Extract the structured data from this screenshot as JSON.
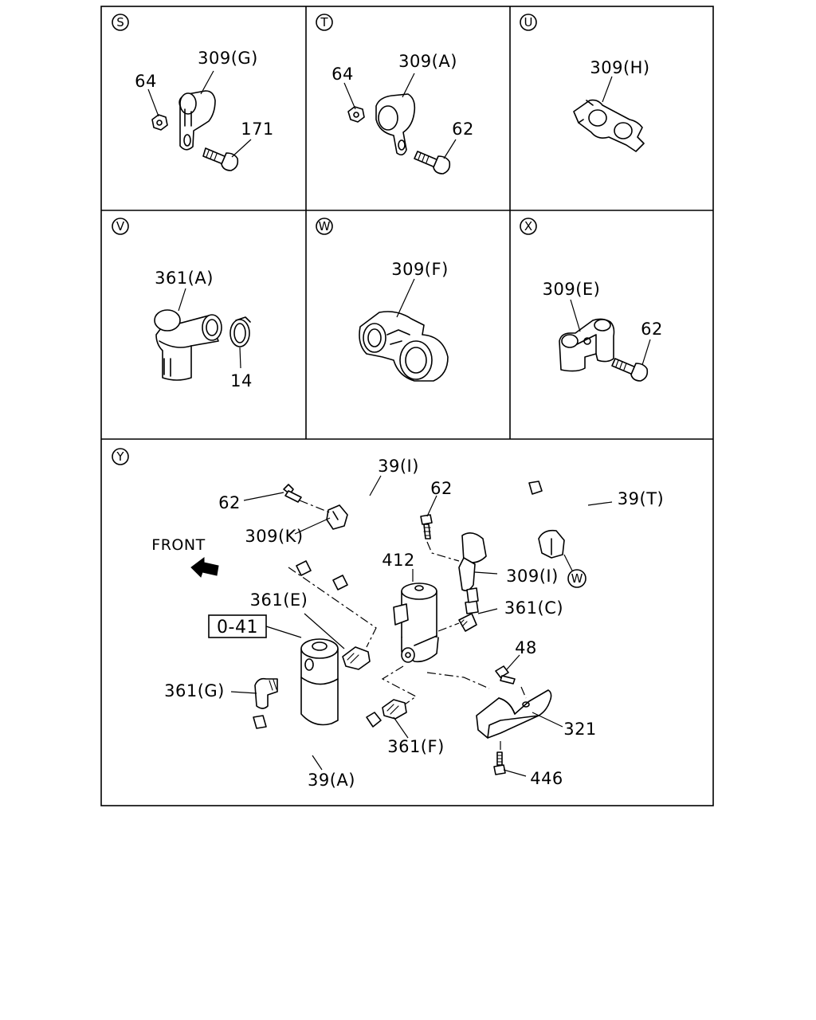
{
  "panels": {
    "S": {
      "letter": "S",
      "labels": {
        "clamp": "309(G)",
        "nut": "64",
        "bolt": "171"
      }
    },
    "T": {
      "letter": "T",
      "labels": {
        "clamp": "309(A)",
        "nut": "64",
        "bolt": "62"
      }
    },
    "U": {
      "letter": "U",
      "labels": {
        "clamp": "309(H)"
      }
    },
    "V": {
      "letter": "V",
      "labels": {
        "fitting": "361(A)",
        "ring": "14"
      }
    },
    "W": {
      "letter": "W",
      "labels": {
        "clamp": "309(F)"
      }
    },
    "X": {
      "letter": "X",
      "labels": {
        "clamp": "309(E)",
        "bolt": "62"
      }
    },
    "Y": {
      "letter": "Y",
      "labels": {
        "pipe_i": "39(I)",
        "bolt_62_a": "62",
        "bolt_62_b": "62",
        "clamp_k": "309(K)",
        "front": "FRONT",
        "pipe_t": "39(T)",
        "dryer": "412",
        "clamp_i": "309(I)",
        "marker_w": "W",
        "fitting_e": "361(E)",
        "fitting_c": "361(C)",
        "ref_box": "0-41",
        "bolt_48": "48",
        "fitting_g": "361(G)",
        "bracket": "321",
        "fitting_f": "361(F)",
        "bolt_446": "446",
        "pipe_a": "39(A)"
      }
    }
  }
}
